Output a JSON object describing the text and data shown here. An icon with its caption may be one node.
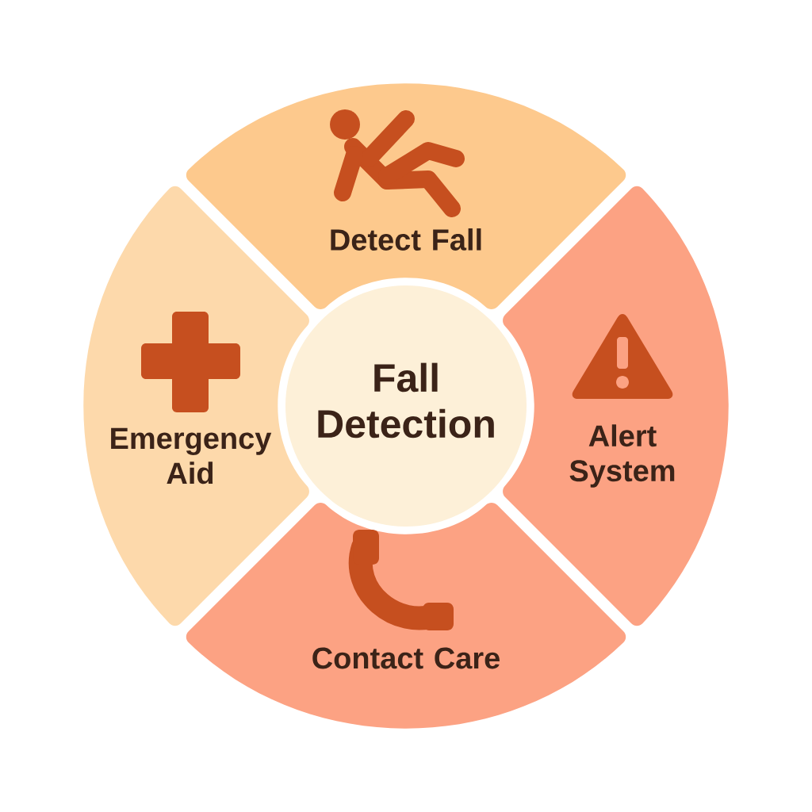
{
  "diagram": {
    "nodes": [
      {
        "text": [
          "Detect Fall"
        ]
      },
      {
        "text": [
          "Emergency Aid"
        ]
      },
      {
        "text": [
          "Fall Detection"
        ]
      },
      {
        "text": [
          "Alert System"
        ]
      },
      {
        "text": [
          "Contact Care"
        ]
      }
    ]
  }
}
